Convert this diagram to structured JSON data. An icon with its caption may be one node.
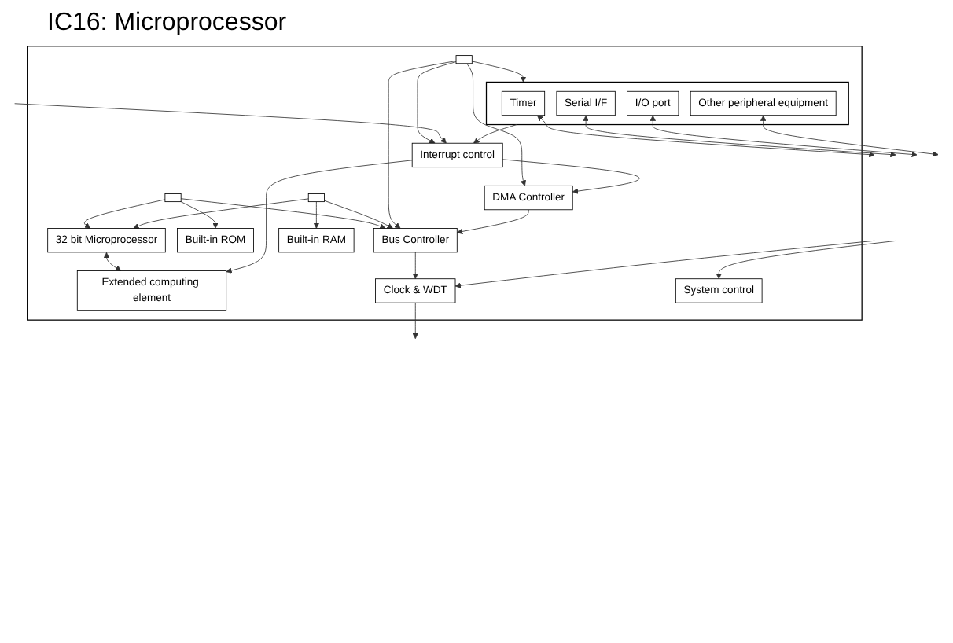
{
  "diagram": {
    "title": "IC16: Microprocessor",
    "nodes": [
      {
        "text": [],
        "shape": "box"
      },
      {
        "text": [
          "32 bit Microprocessor"
        ],
        "in": 0
      },
      {
        "text": [],
        "shape": "bar",
        "in": 0
      },
      {
        "text": [
          "Built-in ROM"
        ],
        "in": 0
      },
      {
        "text": [
          "Bus Controller"
        ],
        "in": 0
      },
      {
        "text": [],
        "shape": "bar",
        "in": 0
      },
      {
        "text": [
          "Extended computing element"
        ],
        "in": 0
      },
      {
        "text": [
          "Built-in RAM"
        ],
        "in": 0
      },
      {
        "text": [],
        "shape": "bar",
        "in": 0
      },
      {
        "text": [],
        "shape": "box",
        "in": 0
      },
      {
        "text": [
          "Timer"
        ],
        "in": 9
      },
      {
        "text": [
          "Serial I/F"
        ],
        "in": 9
      },
      {
        "text": [
          "I/O port"
        ],
        "in": 9
      },
      {
        "text": [
          "Other peripheral equipment"
        ],
        "in": 9
      },
      {
        "text": [
          "Interrupt control"
        ],
        "in": 0
      },
      {
        "text": [
          "DMA Controller"
        ],
        "in": 0
      },
      {
        "text": [
          "Clock & WDT"
        ],
        "in": 0
      },
      {
        "text": [
          "System control"
        ],
        "in": 0
      }
    ],
    "edges": [
      {
        "from": 2,
        "to": 1,
        "arrow": "to"
      },
      {
        "from": 2,
        "to": 4,
        "arrow": "to"
      },
      {
        "from": 2,
        "to": 3,
        "arrow": "to"
      },
      {
        "from": 5,
        "to": 1,
        "arrow": "to"
      },
      {
        "from": 5,
        "to": 4,
        "arrow": "to"
      },
      {
        "from": 5,
        "to": 7,
        "arrow": "to"
      },
      {
        "from": 1,
        "to": 6,
        "arrow": "both"
      },
      {
        "from": 8,
        "to": 4,
        "arrow": "to"
      },
      {
        "from": 8,
        "to": 9,
        "arrow": "to"
      },
      {
        "from": 8,
        "to": 14,
        "arrow": "to"
      },
      {
        "from": 8,
        "to": 15,
        "arrow": "to"
      },
      {
        "from": 14,
        "to": 6,
        "arrow": "to"
      },
      {
        "from": 9,
        "to": 14,
        "arrow": "to"
      },
      {
        "from": 14,
        "to": 15,
        "arrow": "to"
      },
      {
        "from": 15,
        "to": 4,
        "arrow": "to"
      },
      {
        "from": 4,
        "to": 16,
        "arrow": "to"
      },
      {
        "from": 10,
        "to": null,
        "arrow": "both"
      },
      {
        "from": 11,
        "to": null,
        "arrow": "both"
      },
      {
        "from": 12,
        "to": null,
        "arrow": "both"
      },
      {
        "from": 13,
        "to": null,
        "arrow": "both"
      },
      {
        "from": null,
        "to": 14,
        "arrow": "to"
      },
      {
        "from": null,
        "to": 16,
        "arrow": "to"
      },
      {
        "from": 16,
        "to": null,
        "arrow": "to"
      },
      {
        "from": null,
        "to": 17,
        "arrow": "to"
      }
    ]
  }
}
